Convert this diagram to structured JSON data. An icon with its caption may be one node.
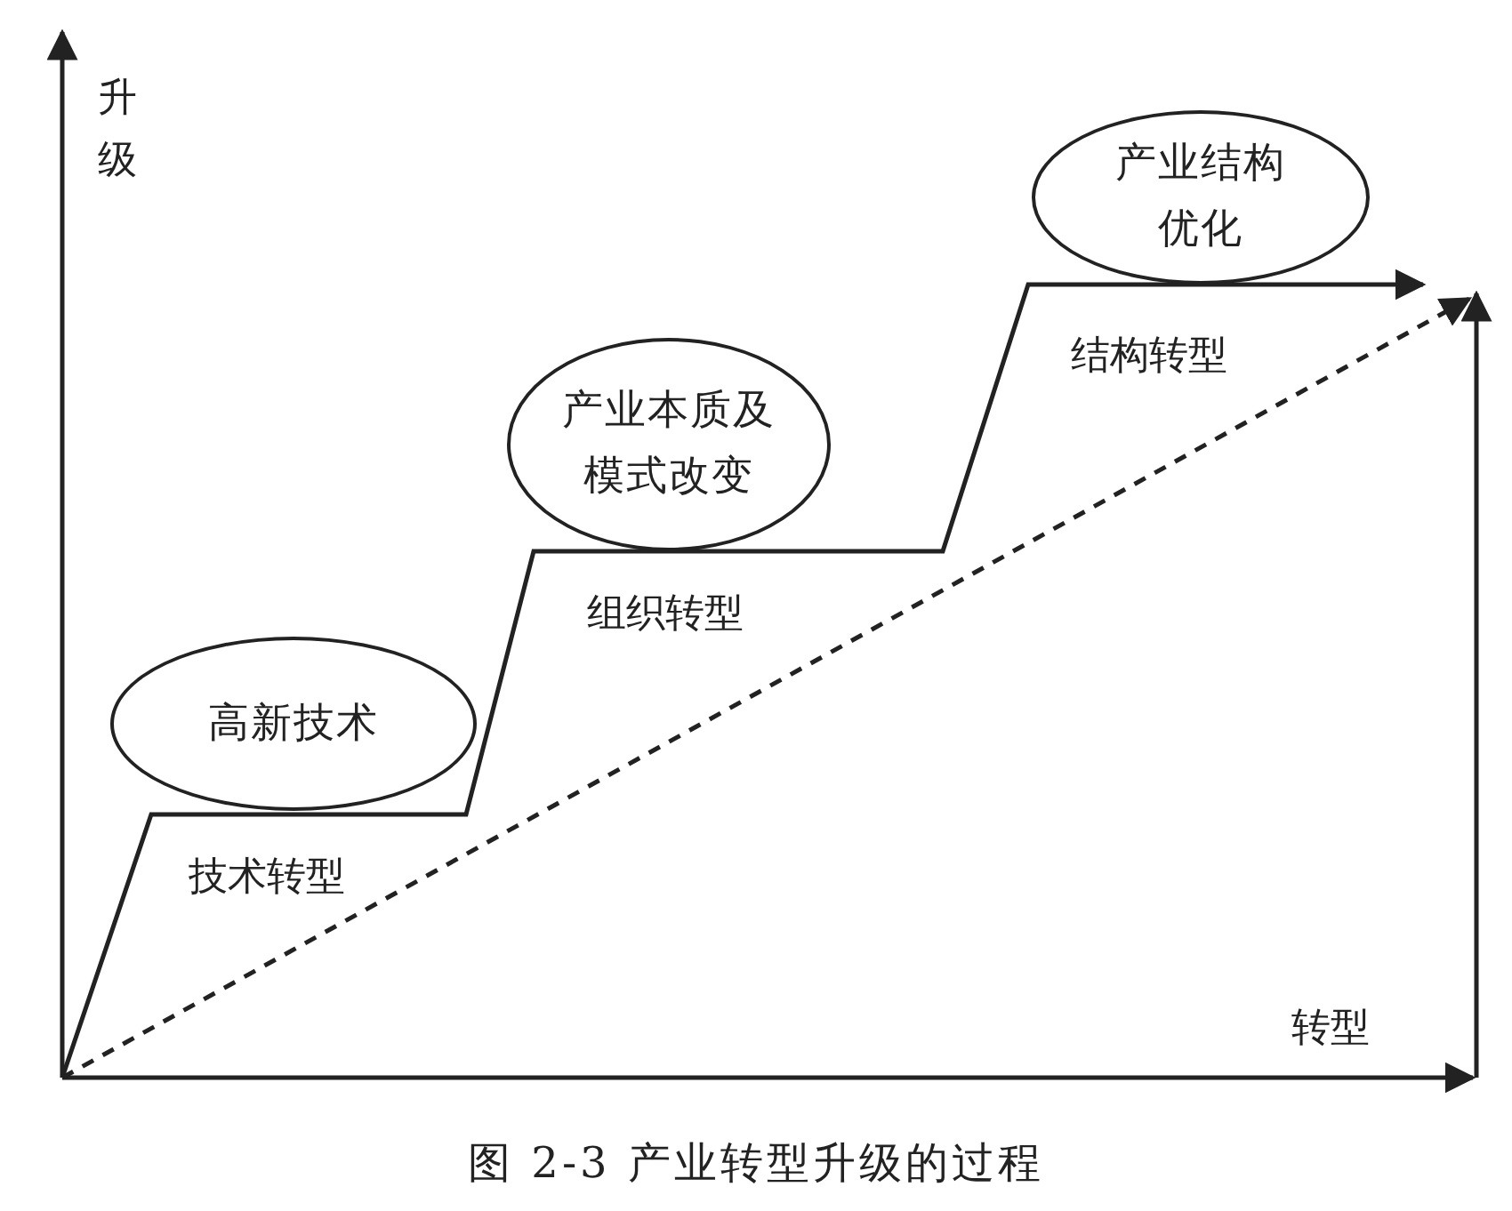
{
  "diagram": {
    "caption": "图 2-3 产业转型升级的过程",
    "nodes": [
      {
        "text": [
          "高新技术"
        ]
      },
      {
        "text": [
          "产业本质及模式改变"
        ]
      },
      {
        "text": [
          "产业结构优化"
        ]
      }
    ],
    "labels": [
      "升级",
      "技术转型",
      "组织转型",
      "结构转型",
      "转型"
    ]
  }
}
